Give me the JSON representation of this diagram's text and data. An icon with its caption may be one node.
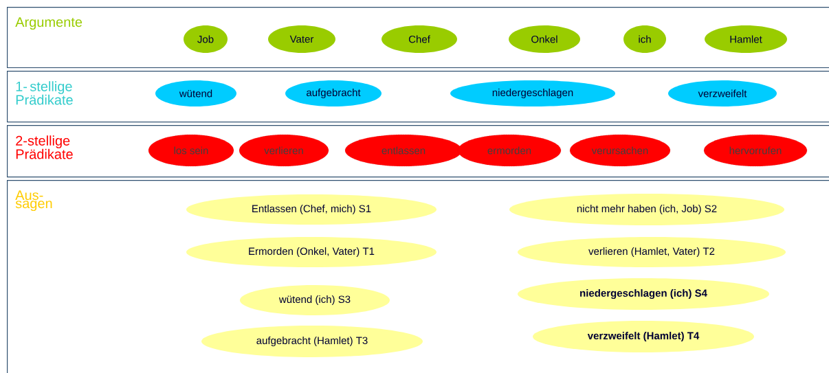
{
  "diagram": {
    "nodes": [
      {
        "text": [
          "Argumente"
        ]
      },
      {
        "text": [
          "Job"
        ],
        "in": 0
      },
      {
        "text": [
          "Vater"
        ],
        "in": 0
      },
      {
        "text": [
          "Chef"
        ],
        "in": 0
      },
      {
        "text": [
          "Onkel"
        ],
        "in": 0
      },
      {
        "text": [
          "ich"
        ],
        "in": 0
      },
      {
        "text": [
          "Hamlet"
        ],
        "in": 0
      },
      {
        "text": [
          "1- stellige Prädikate"
        ]
      },
      {
        "text": [
          "wütend"
        ],
        "in": 7
      },
      {
        "text": [
          "aufgebracht"
        ],
        "in": 7
      },
      {
        "text": [
          "niedergeschlagen"
        ],
        "in": 7
      },
      {
        "text": [
          "verzweifelt"
        ],
        "in": 7
      },
      {
        "text": [
          "2-stellige Prädikate"
        ]
      },
      {
        "text": [
          "los sein"
        ],
        "in": 12
      },
      {
        "text": [
          "verlieren"
        ],
        "in": 12
      },
      {
        "text": [
          "entlassen"
        ],
        "in": 12
      },
      {
        "text": [
          "ermorden"
        ],
        "in": 12
      },
      {
        "text": [
          "verursachen"
        ],
        "in": 12
      },
      {
        "text": [
          "hervorrufen"
        ],
        "in": 12
      },
      {
        "text": [
          "Aus- sagen"
        ]
      },
      {
        "text": [
          "Entlassen (Chef, mich) S1"
        ],
        "in": 19
      },
      {
        "text": [
          "nicht mehr haben (ich, Job) S2"
        ],
        "in": 19
      },
      {
        "text": [
          "Ermorden (Onkel, Vater) T1"
        ],
        "in": 19
      },
      {
        "text": [
          "verlieren (Hamlet, Vater) T2"
        ],
        "in": 19
      },
      {
        "text": [
          "wütend (ich) S3"
        ],
        "in": 19
      },
      {
        "text": [
          "niedergeschlagen (ich) S4"
        ],
        "in": 19
      },
      {
        "text": [
          "aufgebracht (Hamlet) T3"
        ],
        "in": 19
      },
      {
        "text": [
          "verzweifelt (Hamlet) T4"
        ],
        "in": 19
      }
    ]
  }
}
